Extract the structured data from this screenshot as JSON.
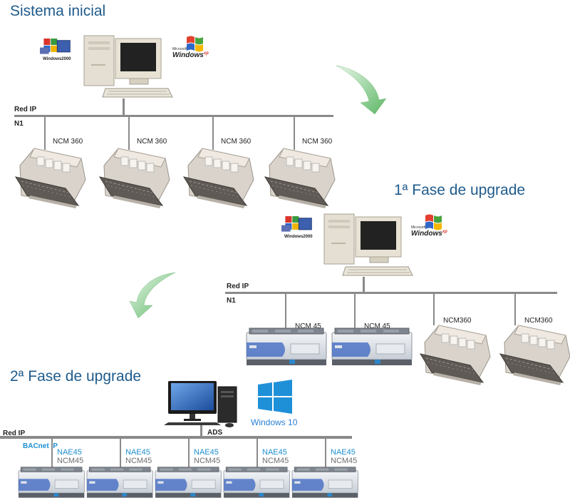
{
  "section1": {
    "title": "Sistema inicial",
    "network_label": "Red IP",
    "bus_label": "N1",
    "os_left": "Windows 2000",
    "os_right": "Windows xp",
    "os_right_brand": "Microsoft",
    "devices": [
      "NCM 360",
      "NCM 360",
      "NCM 360",
      "NCM 360"
    ]
  },
  "section2": {
    "title": "1ª Fase de upgrade",
    "network_label": "Red IP",
    "bus_label": "N1",
    "os_left": "Windows 2000",
    "os_right": "Windows xp",
    "os_right_brand": "Microsoft",
    "devices": [
      "NCM 45",
      "NCM 45",
      "NCM360",
      "NCM360"
    ]
  },
  "section3": {
    "title": "2ª Fase de upgrade",
    "network_label": "Red IP",
    "server_label": "ADS",
    "bacnet_label": "BACnet IP",
    "os_label": "Windows 10",
    "devices": [
      {
        "top": "NAE45",
        "bottom": "NCM45"
      },
      {
        "top": "NAE45",
        "bottom": "NCM45"
      },
      {
        "top": "NAE45",
        "bottom": "NCM45"
      },
      {
        "top": "NAE45",
        "bottom": "NCM45"
      },
      {
        "top": "NAE45",
        "bottom": "NCM45"
      }
    ]
  },
  "colors": {
    "title": "#1f5b8c",
    "arrow": "#8fcf94",
    "nae_label": "#1e8fd0",
    "win10": "#2a7fd4",
    "network": "#8a8a8a"
  }
}
